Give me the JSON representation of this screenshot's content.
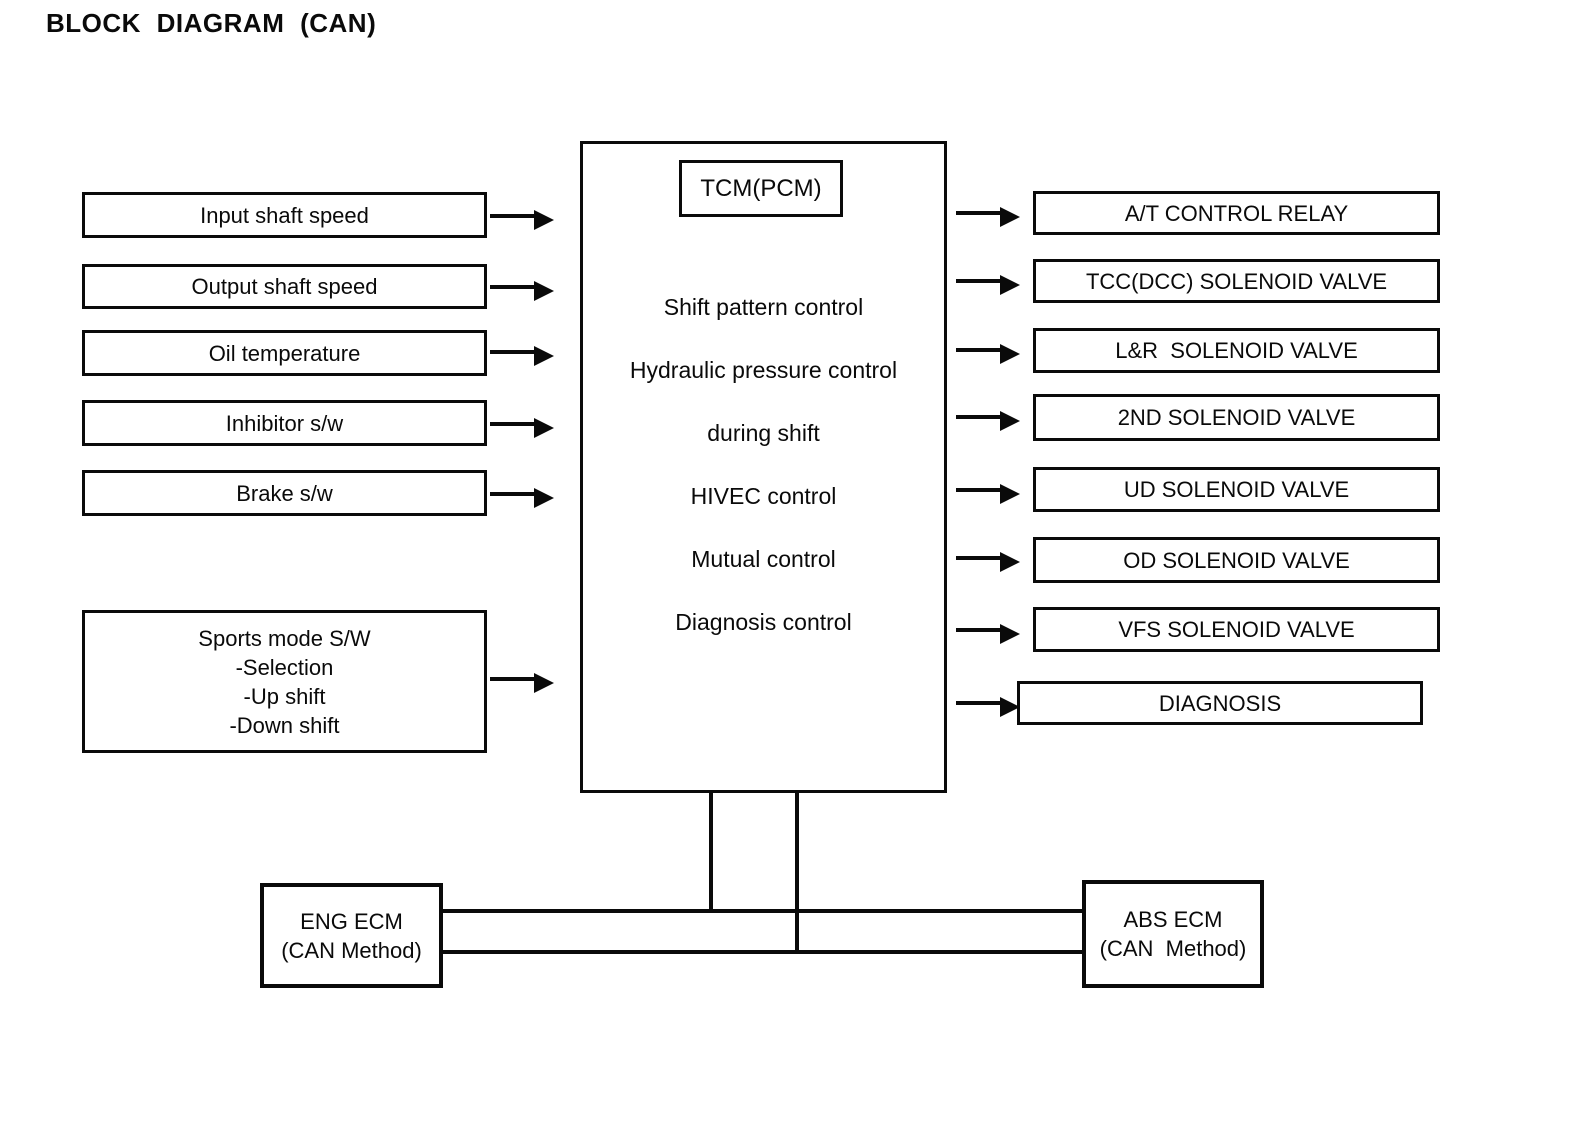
{
  "title": "BLOCK DIAGRAM (CAN)",
  "colors": {
    "ink": "#0a0a0a",
    "paper": "#ffffff"
  },
  "tcm": {
    "label": "TCM(PCM)",
    "functions": [
      "Shift pattern control",
      "Hydraulic pressure control",
      "during shift",
      "HIVEC control",
      "Mutual control",
      "Diagnosis control"
    ]
  },
  "inputs": [
    {
      "label": "Input shaft speed"
    },
    {
      "label": "Output shaft speed"
    },
    {
      "label": "Oil temperature"
    },
    {
      "label": "Inhibitor s/w"
    },
    {
      "label": "Brake s/w"
    },
    {
      "label": "Sports mode S/W\n-Selection\n-Up shift\n-Down shift"
    }
  ],
  "outputs": [
    {
      "label": "A/T CONTROL RELAY"
    },
    {
      "label": "TCC(DCC) SOLENOID VALVE"
    },
    {
      "label": "L&R  SOLENOID VALVE"
    },
    {
      "label": "2ND SOLENOID VALVE"
    },
    {
      "label": "UD SOLENOID VALVE"
    },
    {
      "label": "OD SOLENOID VALVE"
    },
    {
      "label": "VFS SOLENOID VALVE"
    },
    {
      "label": "DIAGNOSIS"
    }
  ],
  "can_nodes": [
    {
      "label": "ENG ECM\n(CAN Method)"
    },
    {
      "label": "ABS ECM\n(CAN  Method)"
    }
  ]
}
